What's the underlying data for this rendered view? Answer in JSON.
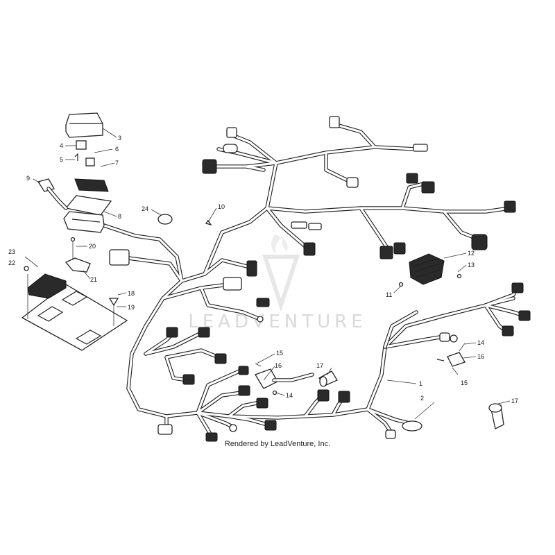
{
  "diagram": {
    "callouts": [
      "1",
      "2",
      "3",
      "4",
      "5",
      "6",
      "7",
      "8",
      "9",
      "10",
      "11",
      "12",
      "13",
      "14",
      "14",
      "15",
      "15",
      "16",
      "16",
      "17",
      "17",
      "18",
      "19",
      "20",
      "21",
      "22",
      "23",
      "24"
    ],
    "credit": "Rendered by LeadVenture, Inc.",
    "watermark": "LEADVENTURE"
  }
}
